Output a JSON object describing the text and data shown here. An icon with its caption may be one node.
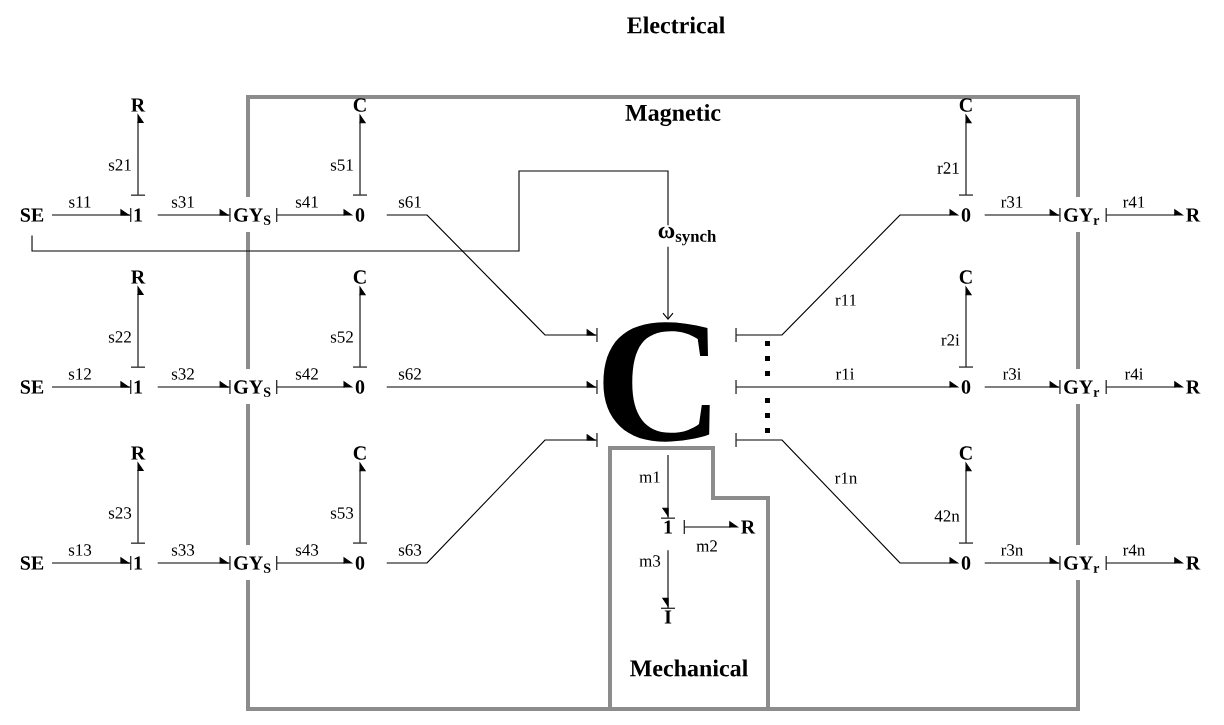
{
  "diagram": {
    "nodes": [
      {
        "text": [
          "Magnetic"
        ]
      },
      {
        "text": [
          "R"
        ]
      },
      {
        "text": [
          "C"
        ],
        "in": 0
      },
      {
        "text": [
          "C"
        ],
        "in": 0
      },
      {
        "text": [
          "SE"
        ]
      },
      {
        "text": [
          "1"
        ]
      },
      {
        "text": [
          "GY$_{S}$"
        ]
      },
      {
        "text": [
          "0"
        ],
        "in": 0
      },
      {
        "text": [
          "0"
        ],
        "in": 0
      },
      {
        "text": [
          "GY$_{r}$"
        ]
      },
      {
        "text": [
          "R"
        ]
      },
      {
        "text": [
          "R"
        ]
      },
      {
        "text": [
          "C"
        ],
        "in": 0
      },
      {
        "text": [
          "C"
        ],
        "in": 0
      },
      {
        "text": [
          "SE"
        ]
      },
      {
        "text": [
          "1"
        ]
      },
      {
        "text": [
          "GY$_{S}$"
        ]
      },
      {
        "text": [
          "0"
        ],
        "in": 0
      },
      {
        "text": [
          "C"
        ],
        "in": 0
      },
      {
        "text": [
          "0"
        ],
        "in": 0
      },
      {
        "text": [
          "GY$_{r}$"
        ]
      },
      {
        "text": [
          "R"
        ]
      },
      {
        "text": [
          "R"
        ]
      },
      {
        "text": [
          "C"
        ],
        "in": 0
      },
      {
        "text": [
          "C"
        ],
        "in": 0
      },
      {
        "text": [
          "SE"
        ]
      },
      {
        "text": [
          "1"
        ]
      },
      {
        "text": [
          "GY$_{S}$"
        ]
      },
      {
        "text": [
          "0"
        ],
        "in": 0
      },
      {
        "text": [
          "0"
        ],
        "in": 0
      },
      {
        "text": [
          "GY$_{r}$"
        ]
      },
      {
        "text": [
          "R"
        ]
      },
      {
        "text": [
          "Mechanical"
        ],
        "in": 0
      },
      {
        "text": [
          "1"
        ],
        "in": 32
      },
      {
        "text": [
          "R"
        ],
        "in": 32
      },
      {
        "text": [
          "I"
        ],
        "in": 32
      }
    ],
    "edges": [
      {
        "from": 4,
        "to": 5,
        "arrow": "to",
        "label": "s11"
      },
      {
        "from": 5,
        "to": 1,
        "arrow": "to",
        "label": "s21"
      },
      {
        "from": 5,
        "to": 6,
        "arrow": "to",
        "label": "s31"
      },
      {
        "from": 6,
        "to": 7,
        "arrow": "to",
        "label": "s41"
      },
      {
        "from": 7,
        "to": 2,
        "arrow": "to",
        "label": "s51"
      },
      {
        "from": 7,
        "to": 18,
        "arrow": "to",
        "label": "s61"
      },
      {
        "from": 14,
        "to": 15,
        "arrow": "to",
        "label": "s12"
      },
      {
        "from": 15,
        "to": 11,
        "arrow": "to",
        "label": "s22"
      },
      {
        "from": 15,
        "to": 16,
        "arrow": "to",
        "label": "s32"
      },
      {
        "from": 16,
        "to": 17,
        "arrow": "to",
        "label": "s42"
      },
      {
        "from": 17,
        "to": 12,
        "arrow": "to",
        "label": "s52"
      },
      {
        "from": 17,
        "to": 18,
        "arrow": "to",
        "label": "s62"
      },
      {
        "from": 25,
        "to": 26,
        "arrow": "to",
        "label": "s13"
      },
      {
        "from": 26,
        "to": 22,
        "arrow": "to",
        "label": "s23"
      },
      {
        "from": 26,
        "to": 27,
        "arrow": "to",
        "label": "s33"
      },
      {
        "from": 27,
        "to": 28,
        "arrow": "to",
        "label": "s43"
      },
      {
        "from": 28,
        "to": 23,
        "arrow": "to",
        "label": "s53"
      },
      {
        "from": 28,
        "to": 18,
        "arrow": "to",
        "label": "s63"
      },
      {
        "from": 18,
        "to": 8,
        "arrow": "to",
        "label": "r11"
      },
      {
        "from": 8,
        "to": 3,
        "arrow": "to",
        "label": "r21"
      },
      {
        "from": 8,
        "to": 9,
        "arrow": "to",
        "label": "r31"
      },
      {
        "from": 9,
        "to": 10,
        "arrow": "to",
        "label": "r41"
      },
      {
        "from": 18,
        "to": 19,
        "arrow": "to",
        "label": "r1i"
      },
      {
        "from": 19,
        "to": 13,
        "arrow": "to",
        "label": "r2i"
      },
      {
        "from": 19,
        "to": 20,
        "arrow": "to",
        "label": "r3i"
      },
      {
        "from": 20,
        "to": 21,
        "arrow": "to",
        "label": "r4i"
      },
      {
        "from": 18,
        "to": 29,
        "arrow": "to",
        "label": "r1n"
      },
      {
        "from": 29,
        "to": 24,
        "arrow": "to",
        "label": "42n"
      },
      {
        "from": 29,
        "to": 30,
        "arrow": "to",
        "label": "r3n"
      },
      {
        "from": 30,
        "to": 31,
        "arrow": "to",
        "label": "r4n"
      },
      {
        "from": 18,
        "to": 33,
        "arrow": "to",
        "label": "m1"
      },
      {
        "from": 33,
        "to": 34,
        "arrow": "to",
        "label": "m2"
      },
      {
        "from": 33,
        "to": 35,
        "arrow": "to",
        "label": "m3"
      },
      {
        "from": 4,
        "to": 18,
        "arrow": "to",
        "label": "ω$_{synch}$"
      }
    ],
    "labels": [
      "Electrical"
    ]
  }
}
